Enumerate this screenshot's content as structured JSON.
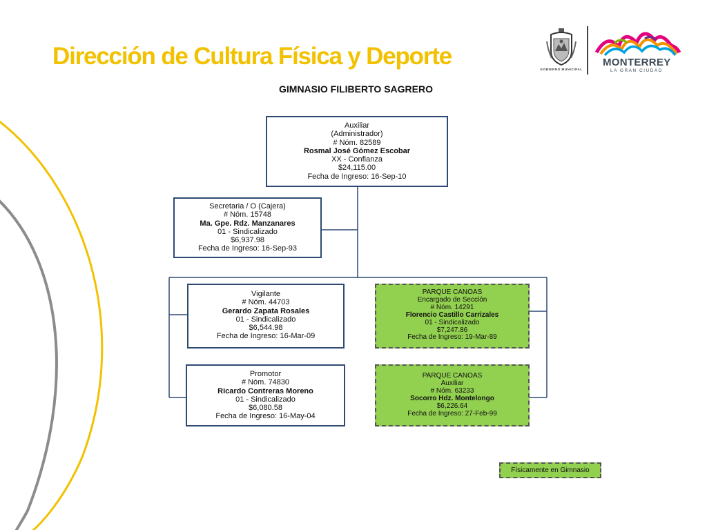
{
  "header": {
    "title": "Dirección de Cultura Física y Deporte",
    "subtitle": "GIMNASIO FILIBERTO SAGRERO"
  },
  "logos": {
    "seal_text": "GOBIERNO MUNICIPAL",
    "city_name": "MONTERREY",
    "city_tagline": "LA GRAN CIUDAD"
  },
  "org": {
    "admin": {
      "role": "Auxiliar",
      "role_detail": "(Administrador)",
      "number": "# Nóm. 82589",
      "name": "Rosmal  José Gómez Escobar",
      "category": "XX - Confianza",
      "salary": "$24,115.00",
      "start_date": "Fecha de Ingreso:  16-Sep-10"
    },
    "secretary": {
      "role": "Secretaria / O (Cajera)",
      "number": "# Nóm. 15748",
      "name": "Ma. Gpe. Rdz. Manzanares",
      "category": "01 - Sindicalizado",
      "salary": "$6,937.98",
      "start_date": "Fecha de Ingreso:  16-Sep-93"
    },
    "guard": {
      "role": "Vigilante",
      "number": "# Nóm. 44703",
      "name": "Gerardo Zapata Rosales",
      "category": "01 - Sindicalizado",
      "salary": "$6,544.98",
      "start_date": "Fecha de Ingreso:  16-Mar-09"
    },
    "promoter": {
      "role": "Promotor",
      "number": "# Nóm. 74830",
      "name": "Ricardo Contreras Moreno",
      "category": "01 - Sindicalizado",
      "salary": "$6,080.58",
      "start_date": "Fecha de Ingreso:  16-May-04"
    },
    "park_manager": {
      "location": "PARQUE CANOAS",
      "role": "Encargado de Sección",
      "number": "# Nóm. 14291",
      "name": "Florencio Castillo Carrizales",
      "category": "01 - Sindicalizado",
      "salary": "$7,247.86",
      "start_date": "Fecha de Ingreso:  19-Mar-89"
    },
    "park_assistant": {
      "location": "PARQUE CANOAS",
      "role": "Auxiliar",
      "number": "# Nóm. 63233",
      "name": "Socorro Hdz. Montelongo",
      "salary": "$6,226.64",
      "start_date": "Fecha de Ingreso:   27-Feb-99"
    }
  },
  "legend": {
    "label": "Físicamente en Gimnasio"
  },
  "colors": {
    "title": "#f2c100",
    "box_border": "#2e4a73",
    "green_box": "#92d050",
    "arc_yellow": "#f2c100",
    "arc_gray": "#8c8c8c"
  }
}
